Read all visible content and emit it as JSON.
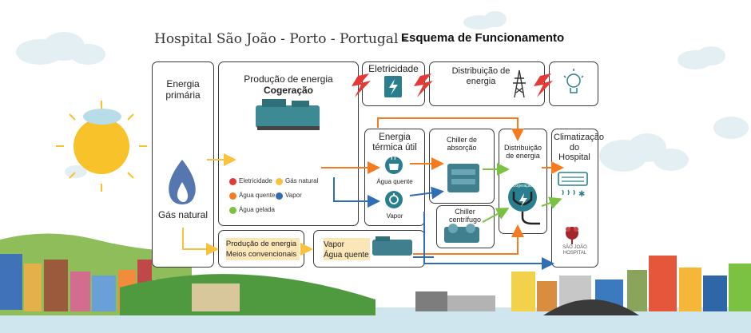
{
  "header": {
    "hospital": "Hospital São João - Porto - Portugal -",
    "scheme": "Esquema de Funcionamento"
  },
  "primary": {
    "title": "Energia primária",
    "fuel": "Gás natural"
  },
  "cogen": {
    "title": "Produção de energia",
    "subtitle": "Cogeração"
  },
  "legend": [
    {
      "label": "Eletricidade",
      "color": "#e53935"
    },
    {
      "label": "Gás natural",
      "color": "#f9c23c"
    },
    {
      "label": "Água quente",
      "color": "#f47b20"
    },
    {
      "label": "Vapor",
      "color": "#2f6db5"
    },
    {
      "label": "Água gelada",
      "color": "#7cc242"
    }
  ],
  "electricity": {
    "title": "Eletricidade"
  },
  "distribution_top": {
    "title": "Distribuição de energia"
  },
  "conventional": {
    "line1": "Produção de energia",
    "line2": "Meios convencionais"
  },
  "boiler": {
    "line1": "Vapor",
    "line2": "Água quente"
  },
  "thermal": {
    "title": "Energia térmica útil",
    "hot_water": "Água quente",
    "steam": "Vapor"
  },
  "chiller_abs": {
    "title": "Chiller de absorção"
  },
  "chiller_cent": {
    "title": "Chiller centrífugo"
  },
  "distribution_mid": {
    "title": "Distribuição de energia",
    "badge": "Cogeração"
  },
  "climate": {
    "title": "Climatização do Hospital",
    "logo_line1": "SÃO JOÃO",
    "logo_line2": "HOSPITAL"
  },
  "colors": {
    "electricity": "#e53935",
    "gas": "#f9c23c",
    "hot_water": "#f47b20",
    "steam": "#2f6db5",
    "chilled": "#7cc242",
    "box_border": "#3a3a3a",
    "icon_teal": "#2a7f8e"
  }
}
